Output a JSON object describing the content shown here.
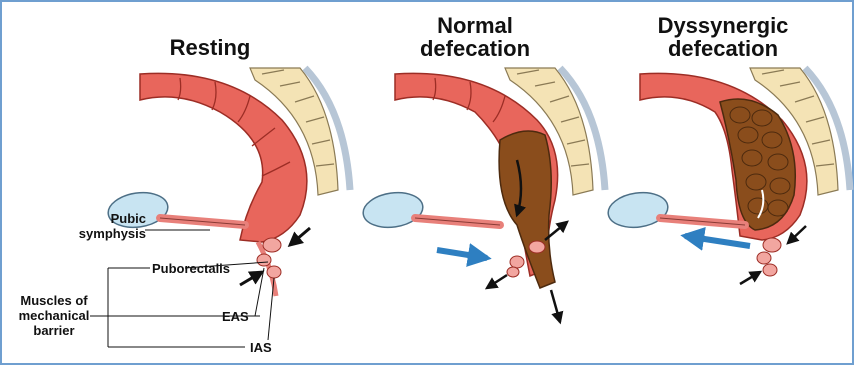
{
  "panels": [
    {
      "title_line1": "Resting",
      "title_line2": ""
    },
    {
      "title_line1": "Normal",
      "title_line2": "defecation"
    },
    {
      "title_line1": "Dyssynergic",
      "title_line2": "defecation"
    }
  ],
  "labels": {
    "pubic_symphysis_1": "Pubic",
    "pubic_symphysis_2": "symphysis",
    "puborectalis": "Puborectalis",
    "muscles_1": "Muscles of",
    "muscles_2": "mechanical",
    "muscles_3": "barrier",
    "eas": "EAS",
    "ias": "IAS"
  },
  "colors": {
    "frame": "#6f9fd0",
    "colon": "#e8665c",
    "stool": "#8a4d1c",
    "bone": "#f4e3b5",
    "pubic_bone": "#c8e4f2",
    "push_arrow": "#2e7fc1"
  }
}
